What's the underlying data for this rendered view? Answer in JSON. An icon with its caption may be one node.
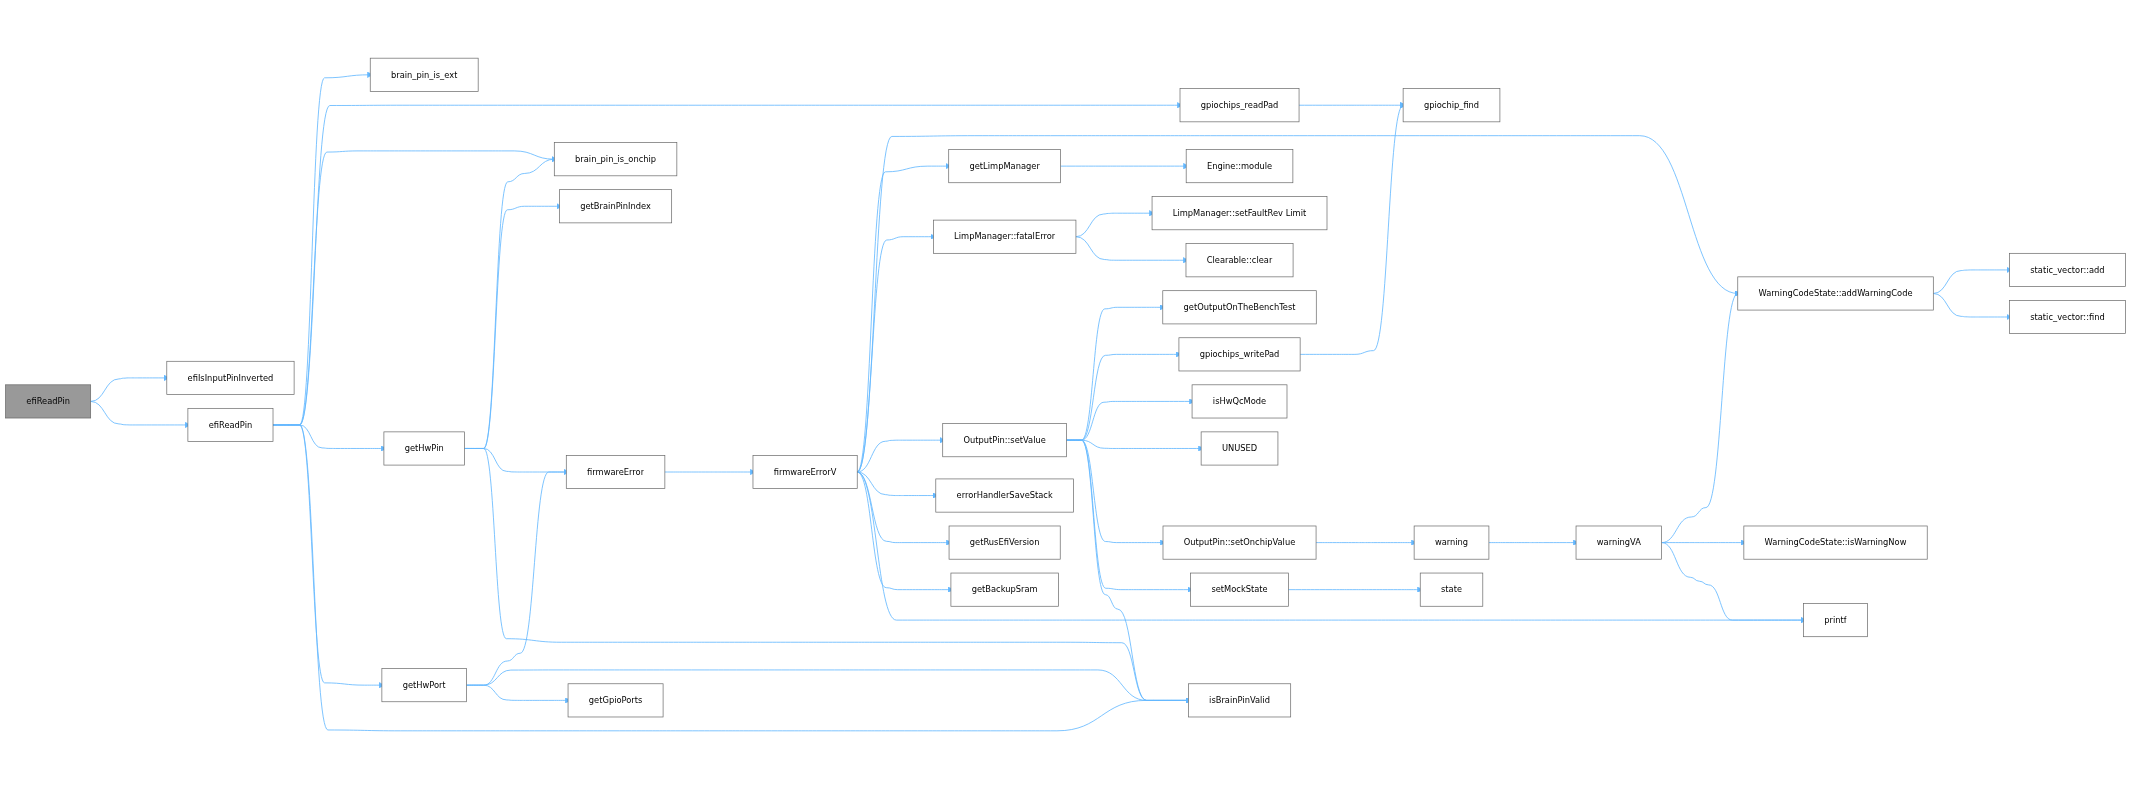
{
  "diagram": {
    "nodes": [
      {
        "text": [
          "efiReadPin"
        ]
      },
      {
        "text": [
          "efiIsInputPinInverted"
        ]
      },
      {
        "text": [
          "efiReadPin"
        ]
      },
      {
        "text": [
          "brain_pin_is_ext"
        ]
      },
      {
        "text": [
          "gpiochips_readPad"
        ]
      },
      {
        "text": [
          "brain_pin_is_onchip"
        ]
      },
      {
        "text": [
          "getHwPin"
        ]
      },
      {
        "text": [
          "getBrainPinIndex"
        ]
      },
      {
        "text": [
          "firmwareError"
        ]
      },
      {
        "text": [
          "getHwPort"
        ]
      },
      {
        "text": [
          "getGpioPorts"
        ]
      },
      {
        "text": [
          "isBrainPinValid"
        ]
      },
      {
        "text": [
          "firmwareErrorV"
        ]
      },
      {
        "text": [
          "getLimpManager"
        ]
      },
      {
        "text": [
          "Engine::module"
        ]
      },
      {
        "text": [
          "LimpManager::fatalError"
        ]
      },
      {
        "text": [
          "LimpManager::setFaultRev Limit"
        ]
      },
      {
        "text": [
          "Clearable::clear"
        ]
      },
      {
        "text": [
          "OutputPin::setValue"
        ]
      },
      {
        "text": [
          "getOutputOnTheBenchTest"
        ]
      },
      {
        "text": [
          "gpiochips_writePad"
        ]
      },
      {
        "text": [
          "isHwQcMode"
        ]
      },
      {
        "text": [
          "UNUSED"
        ]
      },
      {
        "text": [
          "OutputPin::setOnchipValue"
        ]
      },
      {
        "text": [
          "warning"
        ]
      },
      {
        "text": [
          "warningVA"
        ]
      },
      {
        "text": [
          "setMockState"
        ]
      },
      {
        "text": [
          "state"
        ]
      },
      {
        "text": [
          "errorHandlerSaveStack"
        ]
      },
      {
        "text": [
          "getRusEfiVersion"
        ]
      },
      {
        "text": [
          "getBackupSram"
        ]
      },
      {
        "text": [
          "gpiochip_find"
        ]
      },
      {
        "text": [
          "WarningCodeState::addWarningCode"
        ]
      },
      {
        "text": [
          "static_vector::add"
        ]
      },
      {
        "text": [
          "static_vector::find"
        ]
      },
      {
        "text": [
          "WarningCodeState::isWarningNow"
        ]
      },
      {
        "text": [
          "printf"
        ]
      }
    ],
    "edges": [
      {
        "from": 0,
        "to": 1,
        "arrow": "to"
      },
      {
        "from": 0,
        "to": 2,
        "arrow": "to"
      },
      {
        "from": 2,
        "to": 3,
        "arrow": "to"
      },
      {
        "from": 2,
        "to": 4,
        "arrow": "to"
      },
      {
        "from": 2,
        "to": 5,
        "arrow": "to"
      },
      {
        "from": 2,
        "to": 6,
        "arrow": "to"
      },
      {
        "from": 2,
        "to": 9,
        "arrow": "to"
      },
      {
        "from": 2,
        "to": 11,
        "arrow": "to"
      },
      {
        "from": 6,
        "to": 5,
        "arrow": "to"
      },
      {
        "from": 6,
        "to": 7,
        "arrow": "to"
      },
      {
        "from": 6,
        "to": 8,
        "arrow": "to"
      },
      {
        "from": 6,
        "to": 11,
        "arrow": "to"
      },
      {
        "from": 9,
        "to": 8,
        "arrow": "to"
      },
      {
        "from": 9,
        "to": 11,
        "arrow": "to"
      },
      {
        "from": 9,
        "to": 10,
        "arrow": "to"
      },
      {
        "from": 8,
        "to": 12,
        "arrow": "to"
      },
      {
        "from": 4,
        "to": 31,
        "arrow": "to"
      },
      {
        "from": 12,
        "to": 32,
        "arrow": "to"
      },
      {
        "from": 12,
        "to": 13,
        "arrow": "to"
      },
      {
        "from": 12,
        "to": 15,
        "arrow": "to"
      },
      {
        "from": 12,
        "to": 18,
        "arrow": "to"
      },
      {
        "from": 12,
        "to": 28,
        "arrow": "to"
      },
      {
        "from": 12,
        "to": 29,
        "arrow": "to"
      },
      {
        "from": 12,
        "to": 30,
        "arrow": "to"
      },
      {
        "from": 12,
        "to": 36,
        "arrow": "to"
      },
      {
        "from": 13,
        "to": 14,
        "arrow": "to"
      },
      {
        "from": 15,
        "to": 16,
        "arrow": "to"
      },
      {
        "from": 15,
        "to": 17,
        "arrow": "to"
      },
      {
        "from": 18,
        "to": 19,
        "arrow": "to"
      },
      {
        "from": 18,
        "to": 20,
        "arrow": "to"
      },
      {
        "from": 18,
        "to": 21,
        "arrow": "to"
      },
      {
        "from": 18,
        "to": 22,
        "arrow": "to"
      },
      {
        "from": 18,
        "to": 23,
        "arrow": "to"
      },
      {
        "from": 18,
        "to": 26,
        "arrow": "to"
      },
      {
        "from": 18,
        "to": 11,
        "arrow": "to"
      },
      {
        "from": 20,
        "to": 31,
        "arrow": "to"
      },
      {
        "from": 23,
        "to": 24,
        "arrow": "to"
      },
      {
        "from": 24,
        "to": 25,
        "arrow": "to"
      },
      {
        "from": 25,
        "to": 32,
        "arrow": "to"
      },
      {
        "from": 25,
        "to": 35,
        "arrow": "to"
      },
      {
        "from": 25,
        "to": 36,
        "arrow": "to"
      },
      {
        "from": 26,
        "to": 27,
        "arrow": "to"
      },
      {
        "from": 32,
        "to": 33,
        "arrow": "to"
      },
      {
        "from": 32,
        "to": 34,
        "arrow": "to"
      }
    ]
  }
}
